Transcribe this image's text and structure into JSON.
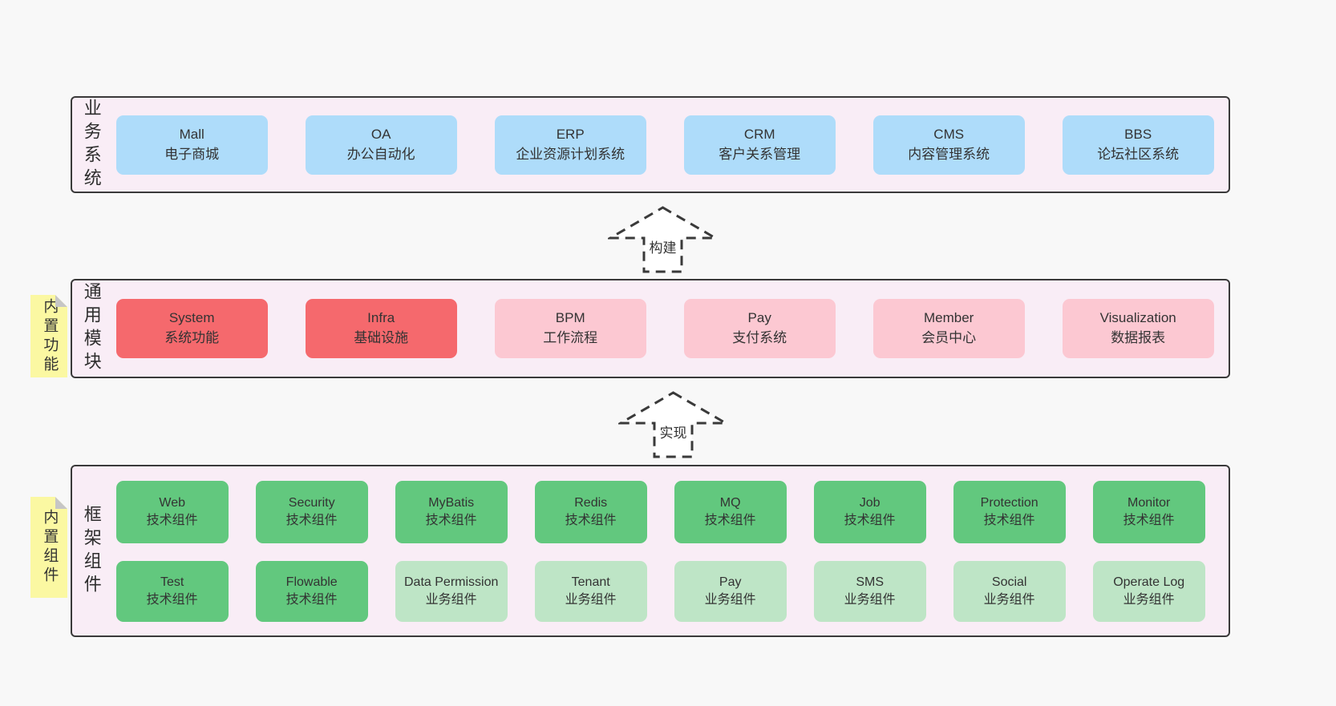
{
  "diagram": {
    "layers": [
      {
        "label": "业务系统",
        "boxes": [
          {
            "en": "Mall",
            "cn": "电子商城"
          },
          {
            "en": "OA",
            "cn": "办公自动化"
          },
          {
            "en": "ERP",
            "cn": "企业资源计划系统"
          },
          {
            "en": "CRM",
            "cn": "客户关系管理"
          },
          {
            "en": "CMS",
            "cn": "内容管理系统"
          },
          {
            "en": "BBS",
            "cn": "论坛社区系统"
          }
        ]
      },
      {
        "label": "通用模块",
        "note": "内置功能",
        "boxes": [
          {
            "en": "System",
            "cn": "系统功能"
          },
          {
            "en": "Infra",
            "cn": "基础设施"
          },
          {
            "en": "BPM",
            "cn": "工作流程"
          },
          {
            "en": "Pay",
            "cn": "支付系统"
          },
          {
            "en": "Member",
            "cn": "会员中心"
          },
          {
            "en": "Visualization",
            "cn": "数据报表"
          }
        ]
      },
      {
        "label": "框架组件",
        "note": "内置组件",
        "rows": [
          [
            {
              "en": "Web",
              "cn": "技术组件"
            },
            {
              "en": "Security",
              "cn": "技术组件"
            },
            {
              "en": "MyBatis",
              "cn": "技术组件"
            },
            {
              "en": "Redis",
              "cn": "技术组件"
            },
            {
              "en": "MQ",
              "cn": "技术组件"
            },
            {
              "en": "Job",
              "cn": "技术组件"
            },
            {
              "en": "Protection",
              "cn": "技术组件"
            },
            {
              "en": "Monitor",
              "cn": "技术组件"
            }
          ],
          [
            {
              "en": "Test",
              "cn": "技术组件"
            },
            {
              "en": "Flowable",
              "cn": "技术组件"
            },
            {
              "en": "Data Permission",
              "cn": "业务组件"
            },
            {
              "en": "Tenant",
              "cn": "业务组件"
            },
            {
              "en": "Pay",
              "cn": "业务组件"
            },
            {
              "en": "SMS",
              "cn": "业务组件"
            },
            {
              "en": "Social",
              "cn": "业务组件"
            },
            {
              "en": "Operate Log",
              "cn": "业务组件"
            }
          ]
        ]
      }
    ],
    "arrows": [
      {
        "label": "构建"
      },
      {
        "label": "实现"
      }
    ],
    "colors": {
      "page_bg": "#f8f8f8",
      "layer_bg": "#f9edf6",
      "layer_border": "#3a3a3a",
      "business_box": "#aedcfa",
      "core_module_box": "#f5696d",
      "optional_module_box": "#fcc8d2",
      "tech_component_box": "#62c87e",
      "biz_component_box": "#bee5c6",
      "sticky_note": "#fbf8a2",
      "text": "#333333"
    }
  }
}
